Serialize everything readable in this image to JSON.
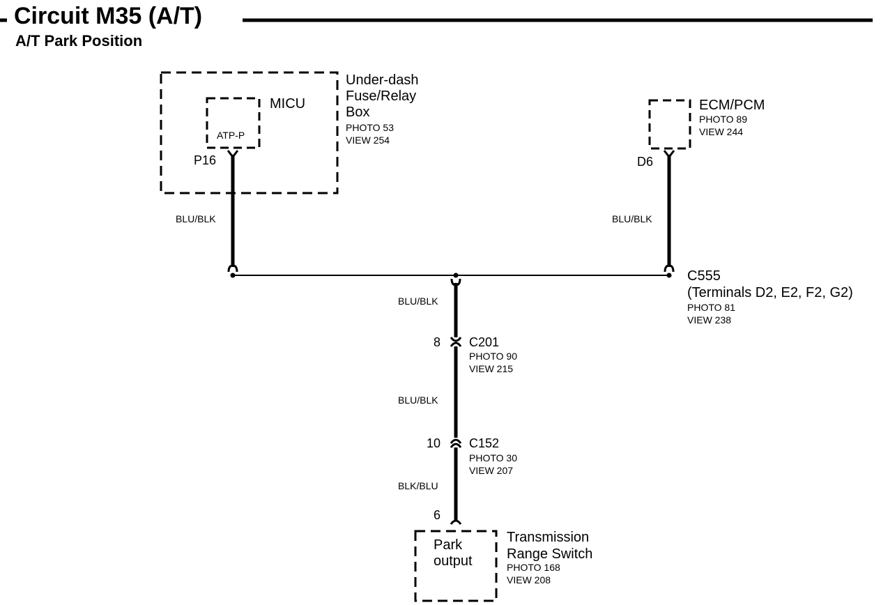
{
  "header": {
    "title": "Circuit M35 (A/T)",
    "subtitle": "A/T Park Position"
  },
  "components": {
    "fuse_box": {
      "name_lines": [
        "Under-dash",
        "Fuse/Relay",
        "Box"
      ],
      "photo": "PHOTO 53",
      "view": "VIEW 254"
    },
    "micu": {
      "name": "MICU",
      "terminal_label": "ATP-P",
      "pin": "P16"
    },
    "ecm": {
      "name": "ECM/PCM",
      "photo": "PHOTO 89",
      "view": "VIEW 244",
      "pin": "D6"
    },
    "trs": {
      "name_lines": [
        "Transmission",
        "Range Switch"
      ],
      "photo": "PHOTO 168",
      "view": "VIEW 208",
      "inner_lines": [
        "Park",
        "output"
      ],
      "pin": "6"
    }
  },
  "connectors": {
    "c555": {
      "name": "C555",
      "detail": "(Terminals D2, E2, F2, G2)",
      "photo": "PHOTO 81",
      "view": "VIEW 238"
    },
    "c201": {
      "name": "C201",
      "pin": "8",
      "photo": "PHOTO 90",
      "view": "VIEW 215"
    },
    "c152": {
      "name": "C152",
      "pin": "10",
      "photo": "PHOTO 30",
      "view": "VIEW 207"
    }
  },
  "wires": {
    "micu_to_splice": "BLU/BLK",
    "ecm_to_splice": "BLU/BLK",
    "splice_to_c201": "BLU/BLK",
    "c201_to_c152": "BLU/BLK",
    "c152_to_trs": "BLK/BLU"
  }
}
